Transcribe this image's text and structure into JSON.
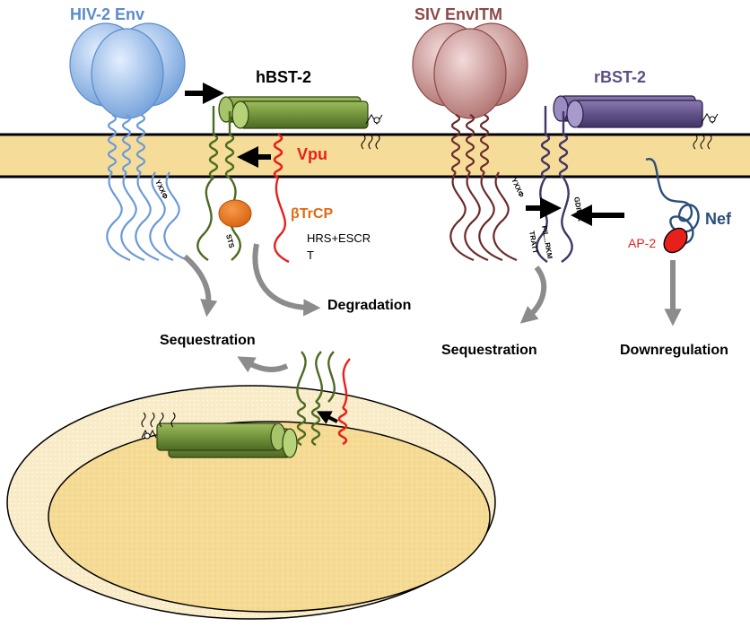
{
  "labels": {
    "hiv2_env": "HIV-2 Env",
    "hbst2": "hBST-2",
    "vpu": "Vpu",
    "btrcp": "βTrCP",
    "hrs_escrt_line1": "HRS+ESCR",
    "hrs_escrt_line2": "T",
    "sts": "STS",
    "yxxphi_left": "YXXΦ",
    "degradation": "Degradation",
    "sequestration_left": "Sequestration",
    "siv_envitm": "SIV EnvITM",
    "rbst2": "rBST-2",
    "nef": "Nef",
    "ap2": "AP-2",
    "yxxphi_right": "YXXΦ",
    "tratt": "TRATT",
    "pil_rkm": "PIL...RKM",
    "gdiwk": "GDIWK",
    "sequestration_right": "Sequestration",
    "downregulation": "Downregulation"
  },
  "colors": {
    "hiv_env": "#8db4e6",
    "hiv_env_stroke": "#5b8bc9",
    "siv_env": "#c99592",
    "siv_env_stroke": "#8a4a48",
    "hbst2": "#6f8f3a",
    "rbst2": "#5f4f86",
    "vpu": "#e8201c",
    "btrcp": "#e06a12",
    "nef": "#2a4f7c",
    "ap2": "#e8201c",
    "membrane": "#f5dd99",
    "arrow_gray": "#8c8c8c",
    "vesicle_outer": "#f8ebc6",
    "vesicle_inner": "#f4d88e",
    "siv_tail": "#6b2a2a",
    "hiv_tail": "#6a9ad8"
  }
}
